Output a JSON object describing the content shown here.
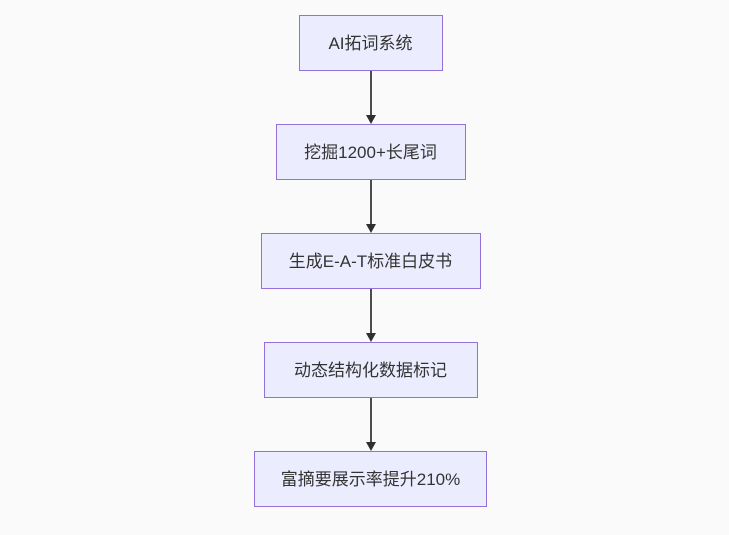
{
  "diagram": {
    "type": "flowchart-top-down",
    "title": "",
    "nodes": [
      {
        "id": "A",
        "label": "AI拓词系统"
      },
      {
        "id": "B",
        "label": "挖掘1200+长尾词"
      },
      {
        "id": "C",
        "label": "生成E-A-T标准白皮书"
      },
      {
        "id": "D",
        "label": "动态结构化数据标记"
      },
      {
        "id": "E",
        "label": "富摘要展示率提升210%"
      }
    ],
    "edges": [
      {
        "from": "A",
        "to": "B",
        "label": ""
      },
      {
        "from": "B",
        "to": "C",
        "label": ""
      },
      {
        "from": "C",
        "to": "D",
        "label": ""
      },
      {
        "from": "D",
        "to": "E",
        "label": ""
      }
    ],
    "colors": {
      "background": "#fafafa",
      "node_fill": "#ECECFF",
      "node_border": "#9370DB",
      "node_text": "#333333",
      "arrow_line": "#4d4d4d",
      "arrow_head": "#2f2f2f"
    }
  }
}
